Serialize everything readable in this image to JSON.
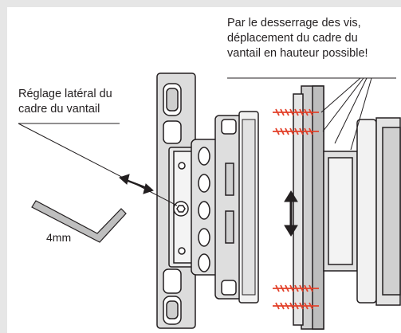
{
  "annotations": {
    "top_right": {
      "line1": "Par le desserrage des vis,",
      "line2": "déplacement du cadre du",
      "line3": "vantail en hauteur possible!"
    },
    "left": {
      "line1": "Réglage latéral du",
      "line2": "cadre du vantail"
    },
    "key_size": "4mm"
  },
  "colors": {
    "ink": "#231f20",
    "screw_red": "#e2412a",
    "panel_bg": "#ffffff",
    "frame_bg": "#e6e6e6",
    "part_fill": "#d9d9d9"
  }
}
